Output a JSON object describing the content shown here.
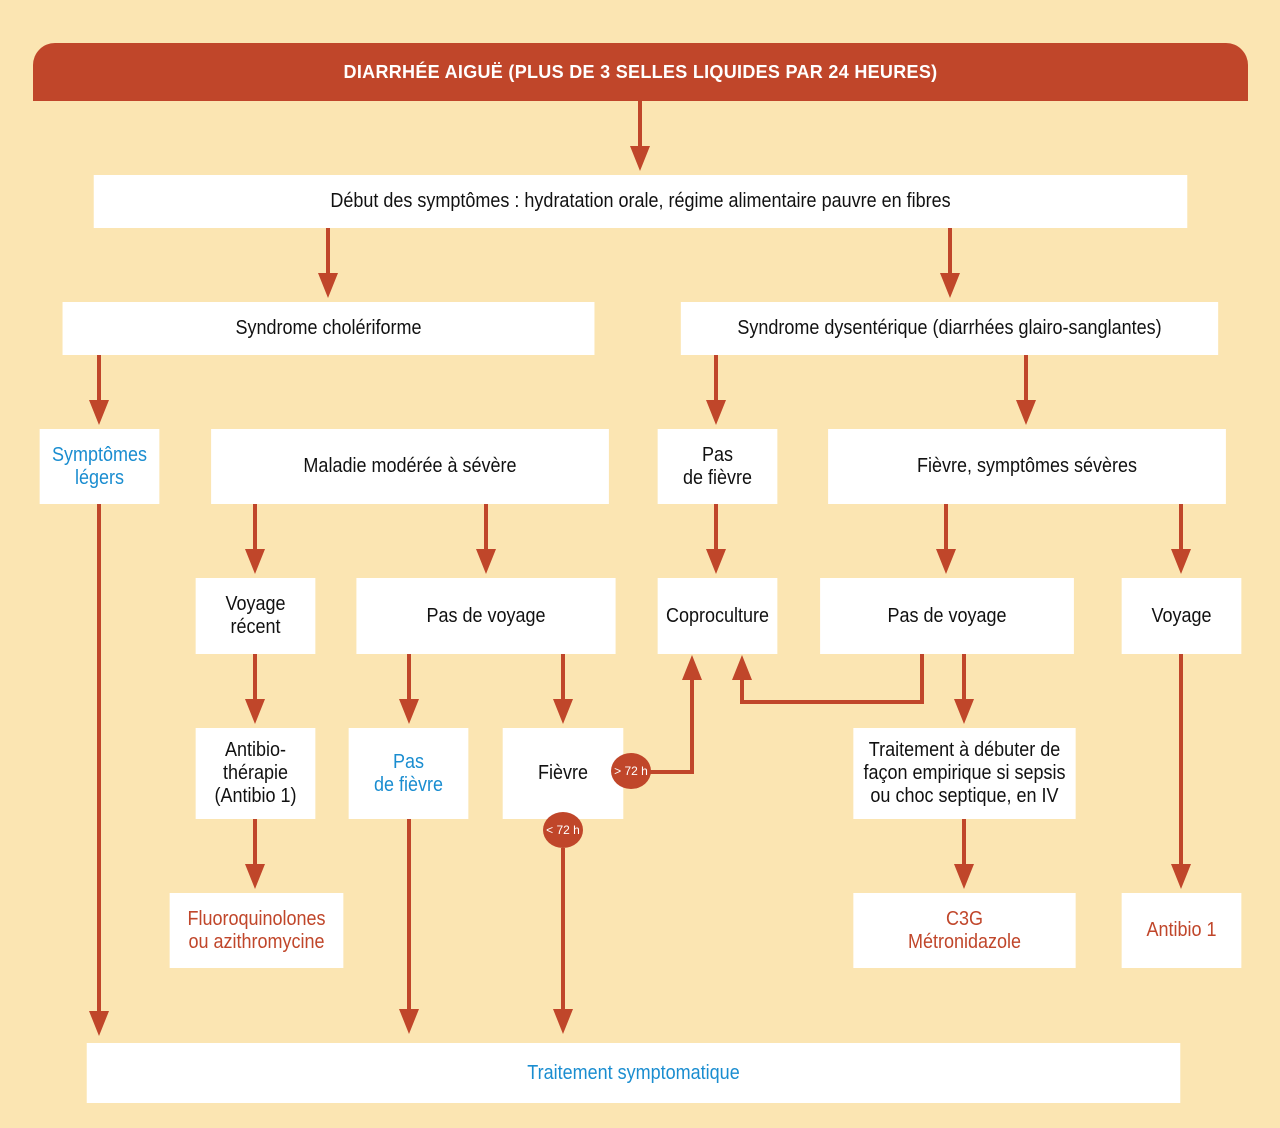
{
  "title": "DIARRHÉE AIGUË (PLUS DE 3 SELLES LIQUIDES PAR 24 HEURES)",
  "nodes": {
    "debut": "Début des symptômes : hydratation orale, régime alimentaire pauvre en fibres",
    "cholera": "Syndrome cholériforme",
    "dysenterie": "Syndrome dysentérique (diarrhées glairo-sanglantes)",
    "legers": "Symptômes\nlégers",
    "moderee": "Maladie modérée à sévère",
    "pas_fievre_1": "Pas\nde fièvre",
    "fievre_severe": "Fièvre, symptômes sévères",
    "voyage_recent": "Voyage\nrécent",
    "pas_voyage_1": "Pas de voyage",
    "coproculture": "Coproculture",
    "pas_voyage_2": "Pas de voyage",
    "voyage": "Voyage",
    "antibiotherapie": "Antibio-\nthérapie\n(Antibio 1)",
    "pas_fievre_2": "Pas\nde fièvre",
    "fievre": "Fièvre",
    "traitement_empirique": "Traitement à débuter de\nfaçon empirique si sepsis\nou choc septique, en IV",
    "fluoro": "Fluoroquinolones\nou azithromycine",
    "c3g": "C3G\nMétronidazole",
    "antibio1": "Antibio 1",
    "symptomatique": "Traitement symptomatique"
  },
  "badges": {
    "more_72h": "> 72 h",
    "less_72h": "< 72 h"
  },
  "colors": {
    "background": "#fbe5b2",
    "accent": "#c0462a",
    "blue": "#1a8dd0"
  }
}
